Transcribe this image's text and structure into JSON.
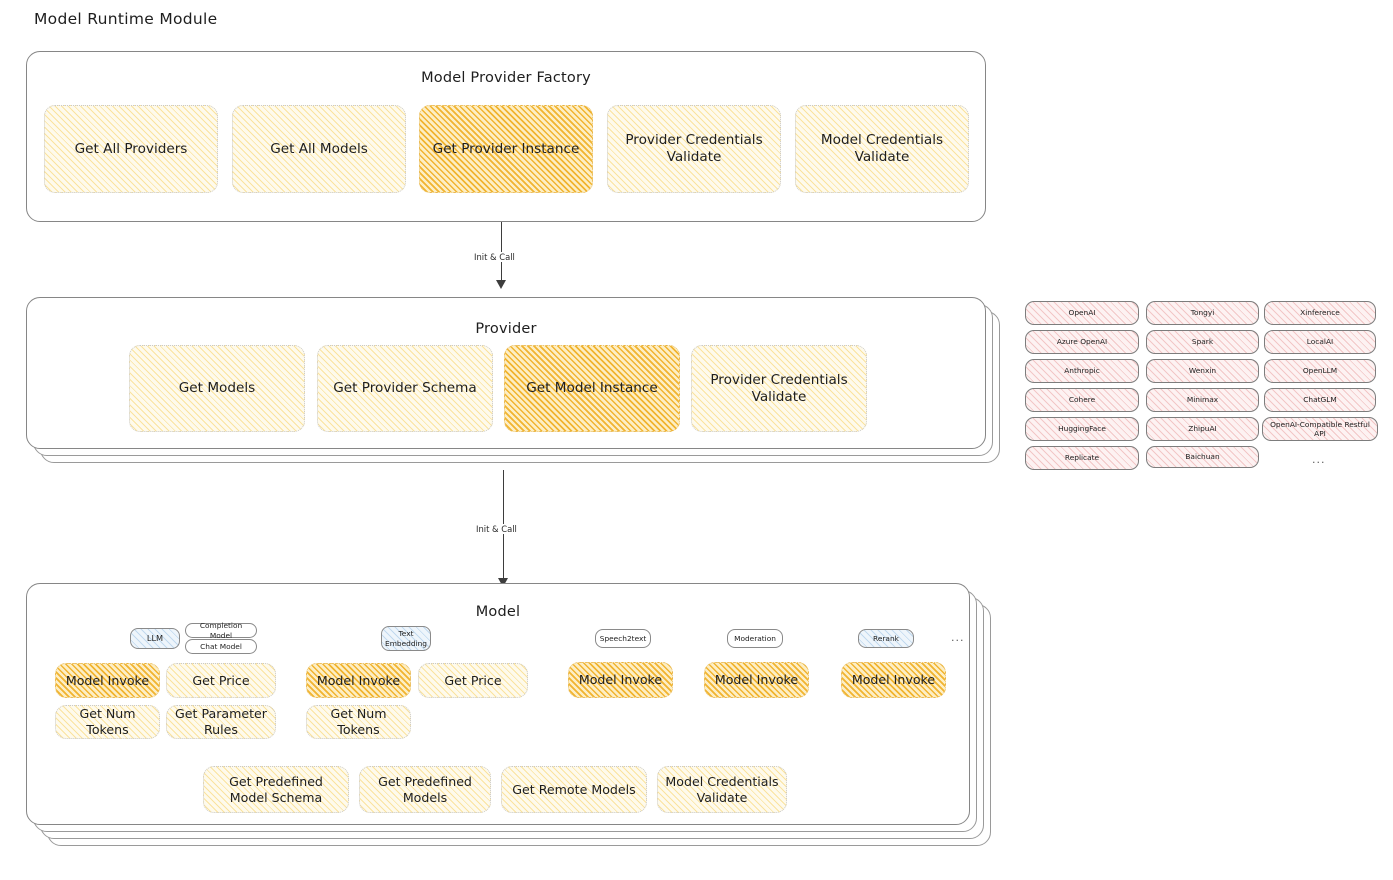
{
  "page": {
    "title": "Model Runtime Module"
  },
  "arrows": [
    {
      "label": "Init & Call"
    },
    {
      "label": "Init & Call"
    }
  ],
  "factory": {
    "title": "Model Provider Factory",
    "items": [
      {
        "label": "Get All Providers",
        "highlight": false
      },
      {
        "label": "Get All Models",
        "highlight": false
      },
      {
        "label": "Get Provider Instance",
        "highlight": true
      },
      {
        "label": "Provider Credentials Validate",
        "highlight": false
      },
      {
        "label": "Model Credentials Validate",
        "highlight": false
      }
    ]
  },
  "provider": {
    "title": "Provider",
    "items": [
      {
        "label": "Get Models",
        "highlight": false
      },
      {
        "label": "Get Provider Schema",
        "highlight": false
      },
      {
        "label": "Get Model Instance",
        "highlight": true
      },
      {
        "label": "Provider Credentials Validate",
        "highlight": false
      }
    ]
  },
  "provider_list": {
    "columns": [
      {
        "items": [
          "OpenAI",
          "Azure OpenAI",
          "Anthropic",
          "Cohere",
          "HuggingFace",
          "Replicate"
        ]
      },
      {
        "items": [
          "Tongyi",
          "Spark",
          "Wenxin",
          "Minimax",
          "ZhipuAI",
          "Baichuan"
        ]
      },
      {
        "items": [
          "Xinference",
          "LocalAI",
          "OpenLLM",
          "ChatGLM",
          "OpenAI-Compatible Restful API"
        ]
      }
    ],
    "more": "..."
  },
  "model": {
    "title": "Model",
    "more": "...",
    "types": [
      {
        "name": "LLM",
        "style": "blue",
        "subtypes": [
          "Completion Model",
          "Chat Model"
        ],
        "methods": [
          {
            "label": "Model Invoke",
            "highlight": true
          },
          {
            "label": "Get Price",
            "highlight": false
          },
          {
            "label": "Get Num Tokens",
            "highlight": false
          },
          {
            "label": "Get Parameter Rules",
            "highlight": false
          }
        ]
      },
      {
        "name": "Text Embedding",
        "style": "blue",
        "subtypes": [],
        "methods": [
          {
            "label": "Model Invoke",
            "highlight": true
          },
          {
            "label": "Get Price",
            "highlight": false
          },
          {
            "label": "Get Num Tokens",
            "highlight": false
          }
        ]
      },
      {
        "name": "Speech2text",
        "style": "plain",
        "subtypes": [],
        "methods": [
          {
            "label": "Model Invoke",
            "highlight": true
          }
        ]
      },
      {
        "name": "Moderation",
        "style": "plain",
        "subtypes": [],
        "methods": [
          {
            "label": "Model Invoke",
            "highlight": true
          }
        ]
      },
      {
        "name": "Rerank",
        "style": "blue",
        "subtypes": [],
        "methods": [
          {
            "label": "Model Invoke",
            "highlight": true
          }
        ]
      }
    ],
    "common_methods": [
      {
        "label": "Get Predefined Model Schema"
      },
      {
        "label": "Get Predefined Models"
      },
      {
        "label": "Get Remote Models"
      },
      {
        "label": "Model Credentials Validate"
      }
    ]
  },
  "colors": {
    "highlight_fill": "#f0b128",
    "light_fill": "#f7d05f",
    "provider_chip": "#e28080",
    "model_type_chip": "#6ea5d7",
    "stroke": "#868686",
    "text": "#1e1e1e"
  }
}
